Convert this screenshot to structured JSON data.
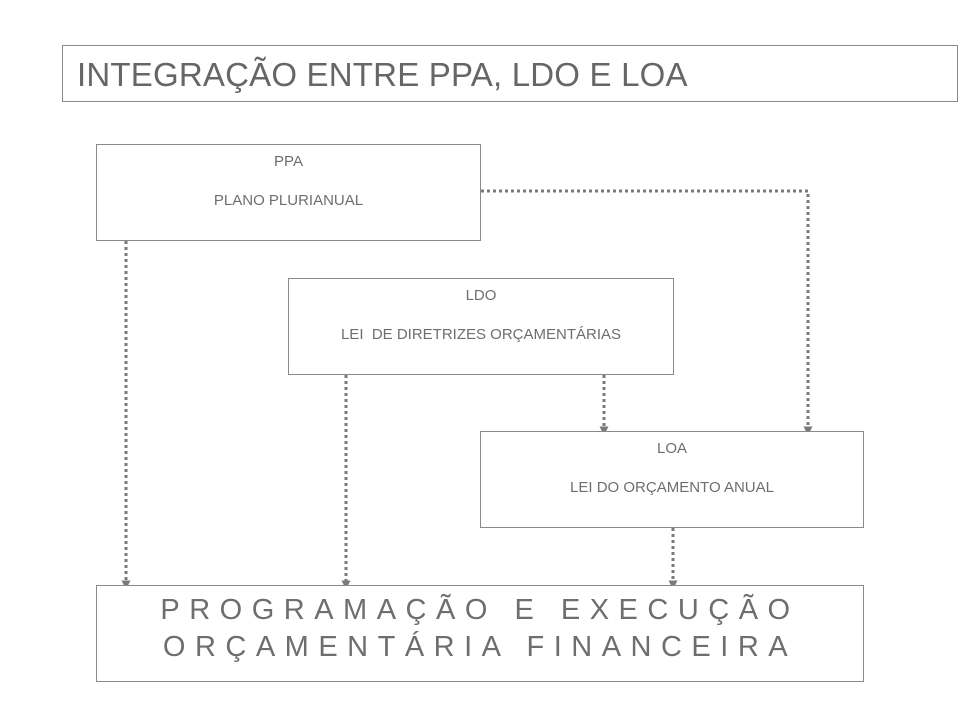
{
  "title": "INTEGRAÇÃO ENTRE PPA, LDO E LOA",
  "nodes": {
    "ppa": {
      "abbr": "PPA",
      "full": "PLANO PLURIANUAL"
    },
    "ldo": {
      "abbr": "LDO",
      "full": "LEI  DE DIRETRIZES ORÇAMENTÁRIAS"
    },
    "loa": {
      "abbr": "LOA",
      "full": "LEI DO ORÇAMENTO ANUAL"
    },
    "programacao": {
      "line1": "PROGRAMAÇÃO E EXECUÇÃO",
      "line2": "ORÇAMENTÁRIA FINANCEIRA"
    }
  },
  "connectors": [
    {
      "from": "ppa",
      "to": "programacao",
      "style": "dotted",
      "arrow": true
    },
    {
      "from": "ppa",
      "to": "loa",
      "style": "dotted",
      "arrow": true
    },
    {
      "from": "ldo",
      "to": "programacao",
      "style": "dotted",
      "arrow": true
    },
    {
      "from": "ldo",
      "to": "loa",
      "style": "dotted",
      "arrow": true
    },
    {
      "from": "loa",
      "to": "programacao",
      "style": "dotted",
      "arrow": true
    }
  ],
  "colors": {
    "line": "#7a7a7a",
    "border": "#8a8a8a",
    "text": "#6b6b6b"
  }
}
